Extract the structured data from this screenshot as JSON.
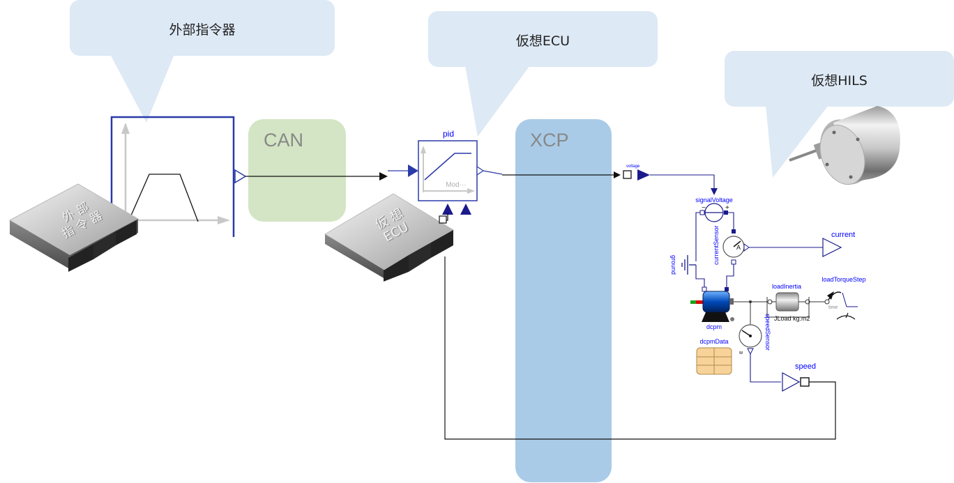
{
  "callouts": {
    "external": "外部指令器",
    "virtual_ecu": "仮想ECU",
    "virtual_hils": "仮想HILS"
  },
  "bands": {
    "can": "CAN",
    "xcp": "XCP"
  },
  "devices": {
    "external_chip": [
      "外 部",
      "指 令 器"
    ],
    "ecu_chip": [
      "仮 想",
      "ECU"
    ]
  },
  "blocks": {
    "pid_title": "pid",
    "pid_inner": "Mod···",
    "voltage": "voltage",
    "signal_voltage": "signalVoltage",
    "current_sensor": "currentSensor",
    "current": "current",
    "ground": "ground",
    "load_inertia": "loadInertia",
    "load_torque_step": "loadTorqueStep",
    "time": "time",
    "jload": "JLoad kg.m2",
    "dcpm": "dcpm",
    "speed_sensor": "speedSensor",
    "dcpm_data": "dcpmData",
    "speed": "speed",
    "w": "w",
    "plus": "+",
    "minus": "−"
  },
  "colors": {
    "callout_bg": "#dde9f5",
    "can_band": "#d3e5c4",
    "xcp_band": "#a9cbe7",
    "modelica_blue": "#0000ff",
    "navy": "#1a1a8c"
  }
}
